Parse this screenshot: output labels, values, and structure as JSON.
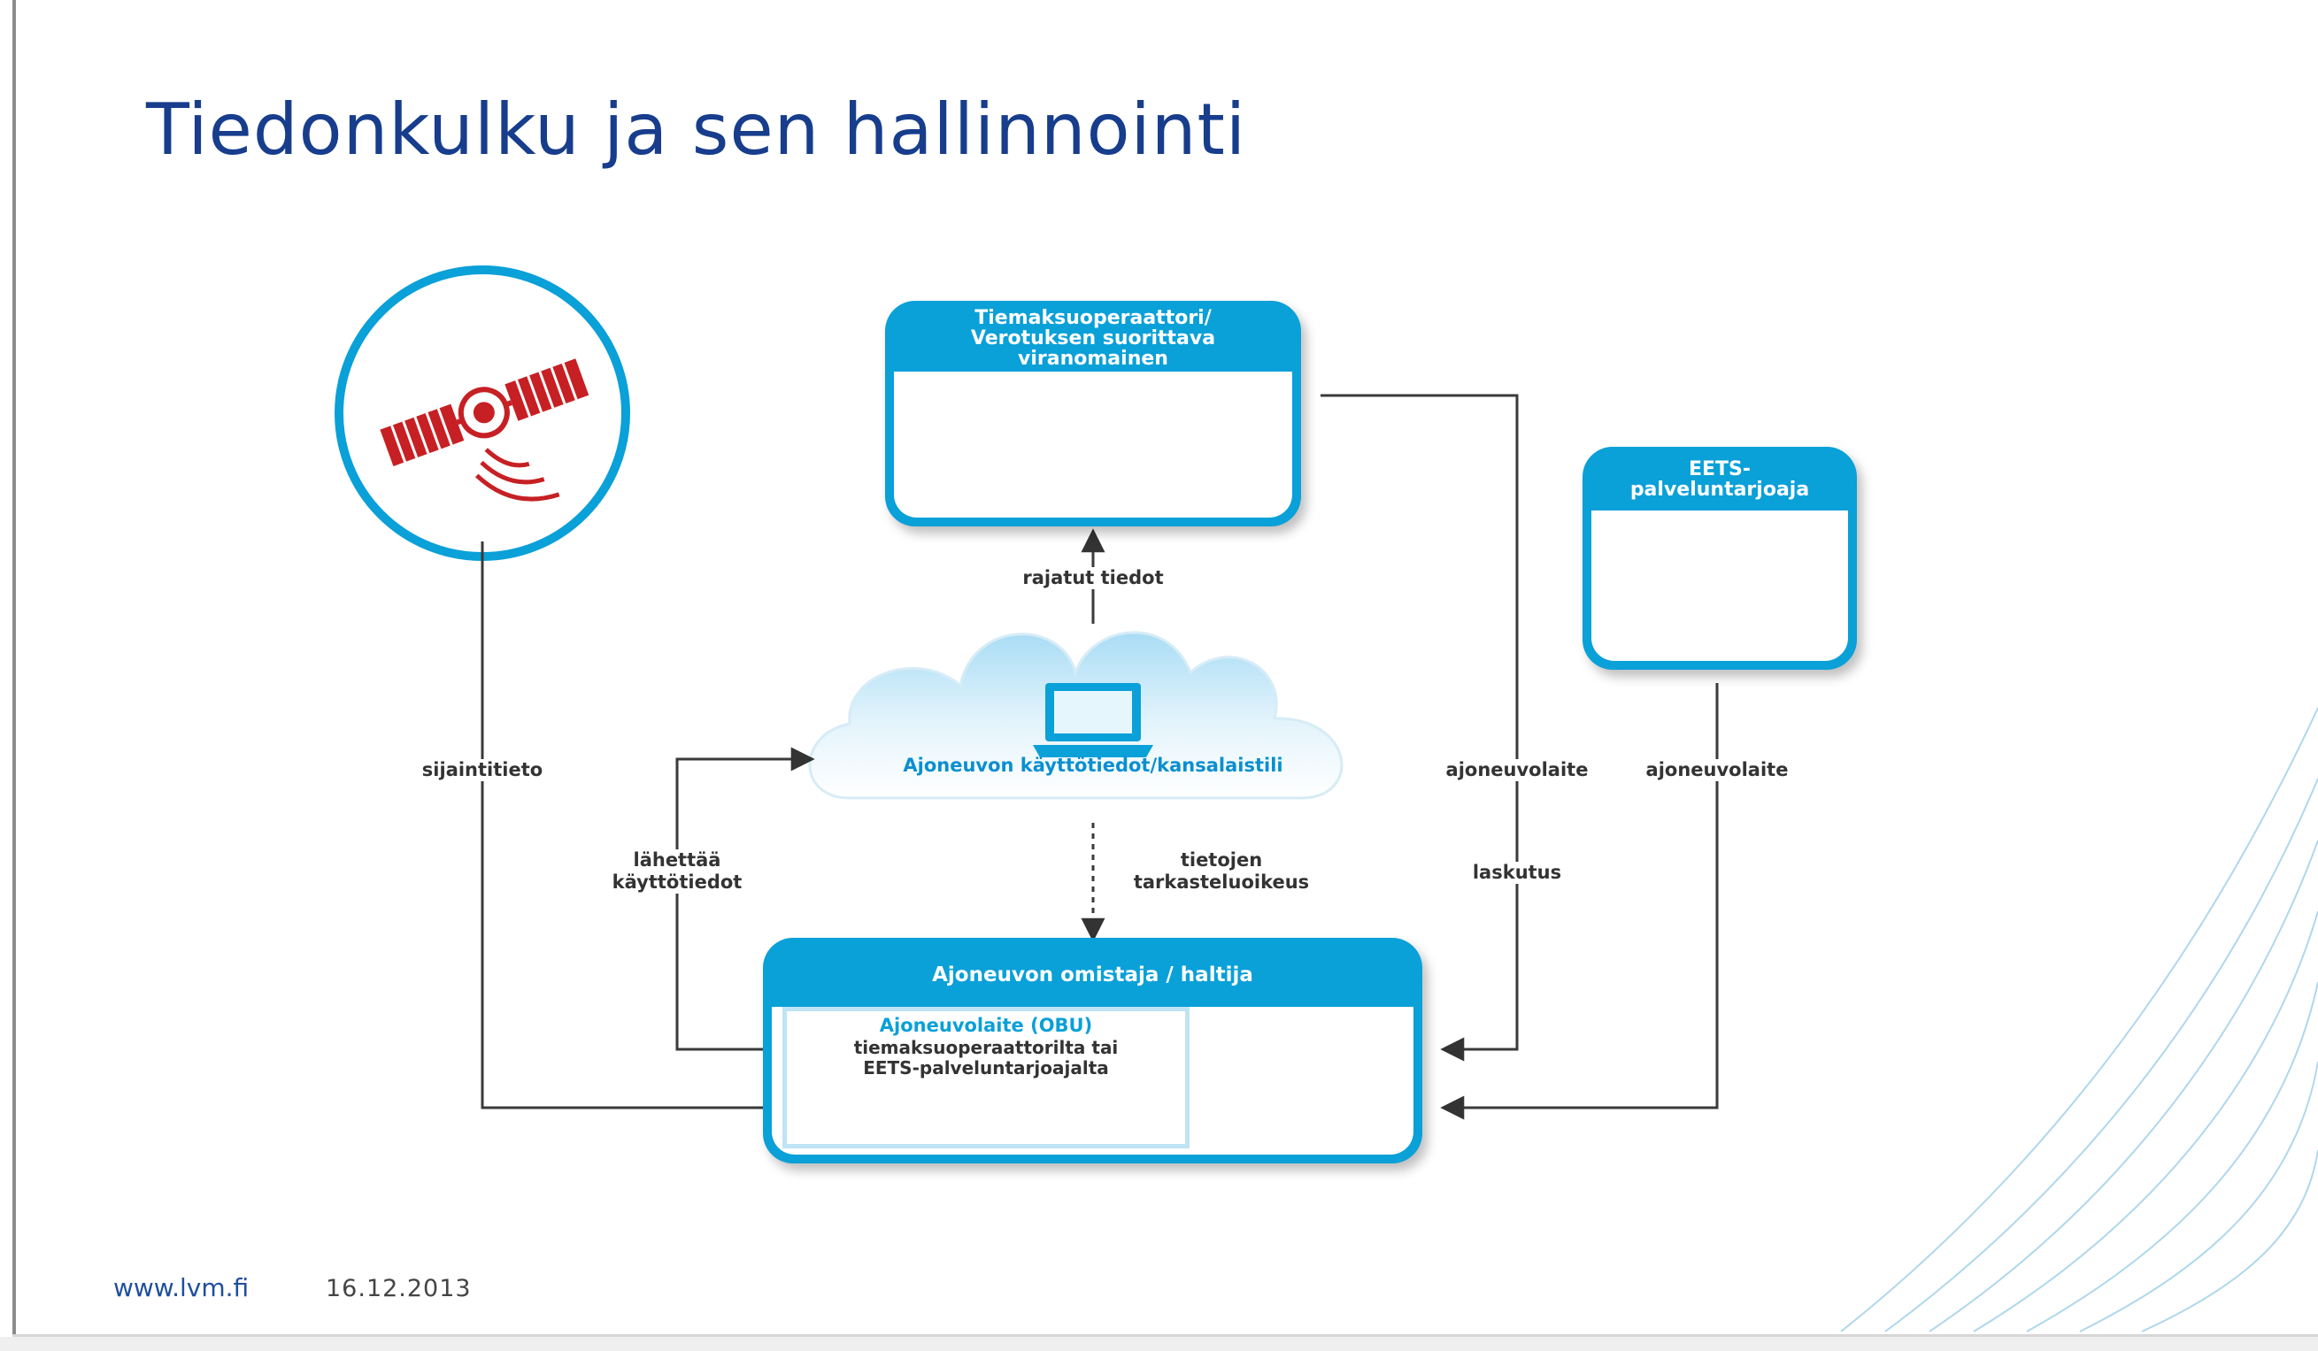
{
  "title": "Tiedonkulku ja sen hallinnointi",
  "nodes": {
    "operator": {
      "header": [
        "Tiemaksuoperaattori/",
        "Verotuksen suorittava",
        "viranomainen"
      ]
    },
    "eets": {
      "header": [
        "EETS-",
        "palveluntarjoaja"
      ]
    },
    "cloud": {
      "label": "Ajoneuvon käyttötiedot/kansalaistili"
    },
    "owner": {
      "header": "Ajoneuvon omistaja / haltija",
      "obu_title": "Ajoneuvolaite (OBU)",
      "obu_text": [
        "tiemaksuoperaattorilta tai",
        "EETS-palveluntarjoajalta"
      ]
    }
  },
  "edge_labels": {
    "rajatut": "rajatut tiedot",
    "sijainti": "sijaintitieto",
    "lahettaa": [
      "lähettää",
      "käyttötiedot"
    ],
    "tietojen": [
      "tietojen",
      "tarkasteluoikeus"
    ],
    "ajoneuvolaite_1": "ajoneuvolaite",
    "laskutus": "laskutus",
    "ajoneuvolaite_2": "ajoneuvolaite"
  },
  "footer": {
    "url": "www.lvm.fi",
    "date": "16.12.2013"
  },
  "colors": {
    "title": "#173d8c",
    "box": "#0aa0d8",
    "icon_red": "#c62024",
    "car_green": "#6cb33e",
    "figure_blue": "#0a8fd0"
  }
}
